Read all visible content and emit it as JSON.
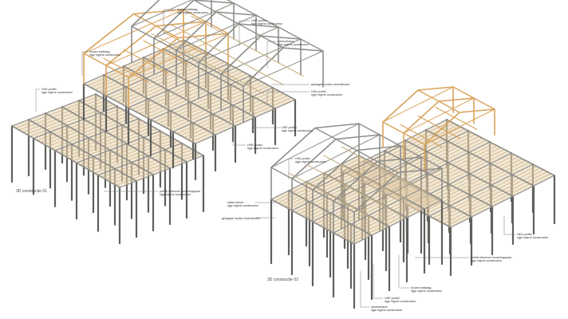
{
  "colors": {
    "steel": "#8d8d88",
    "steel_dark": "#5f605c",
    "timber": "#d9a35a",
    "deck": "#e9d3b3",
    "joist": "#c9b48a",
    "leader": "#777777"
  },
  "titles": {
    "c1": "3D constructie 01",
    "c2": "3D constructie 02"
  },
  "sub": "rijge eigene constructeur",
  "labels_c1": [
    {
      "name": "houten-balklaag-top",
      "text": "houten balklaag,"
    },
    {
      "name": "unp-profiel-top",
      "text": "UNP-profiel,"
    },
    {
      "name": "windverband",
      "text": "windverband,"
    },
    {
      "name": "gelaagde-vloer",
      "text": "gelaagde houten vloerelement"
    },
    {
      "name": "hea-profiel-right",
      "text": "HEA-profiel,"
    },
    {
      "name": "unp-profiel-mid",
      "text": "UNP-profiel,"
    },
    {
      "name": "heb-profiel",
      "text": "HEB-profiel,"
    },
    {
      "name": "houten-balklaag-left",
      "text": "houten balklaag,"
    },
    {
      "name": "hea-profiel-left",
      "text": "HEA-profiel,"
    },
    {
      "name": "funderingspaal",
      "text": "prefab betonnen funderingspaal,"
    }
  ],
  "labels_c2": [
    {
      "name": "hea-profiel-top",
      "text": "HEA-profiel,"
    },
    {
      "name": "stalen-kolom",
      "text": "stalen kolom,"
    },
    {
      "name": "gelaagde-vloer",
      "text": "gelaagde houten vloerelement"
    },
    {
      "name": "houten-balklaag",
      "text": "houten balklaag,"
    },
    {
      "name": "unp-profiel",
      "text": "UNP-profiel,"
    },
    {
      "name": "windverband",
      "text": "windverband,"
    },
    {
      "name": "hea-profiel-right",
      "text": "HEA-profiel,"
    },
    {
      "name": "funderingspaal",
      "text": "prefab betonnen funderingspaal,"
    }
  ]
}
